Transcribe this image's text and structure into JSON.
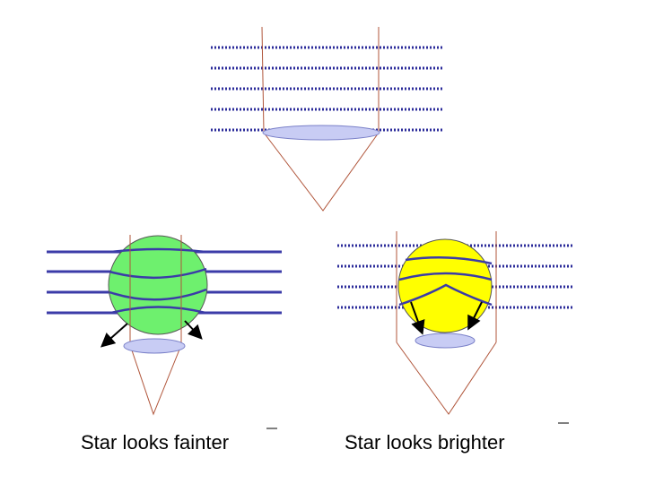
{
  "captions": {
    "left": "Star looks fainter",
    "right": "Star looks brighter"
  },
  "colors": {
    "dotted_line": "#2b2b9a",
    "solid_line": "#3b3ba8",
    "lens_fill": "#c8ccf4",
    "lens_stroke": "#7a80c8",
    "ray": "#b0553a",
    "green_blob": "#6ef06e",
    "yellow_blob": "#ffff00",
    "blob_stroke": "#555555",
    "arrow": "#000000"
  },
  "panels": [
    {
      "id": "top",
      "blob": "none",
      "line_style": "dotted"
    },
    {
      "id": "left",
      "blob": "green",
      "line_style": "solid",
      "arrows": "diverging"
    },
    {
      "id": "right",
      "blob": "yellow",
      "line_style": "dotted",
      "arrows": "converging"
    }
  ]
}
